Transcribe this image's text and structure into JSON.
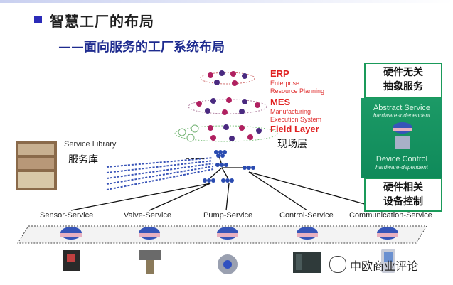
{
  "slide": {
    "title": "智慧工厂的布局",
    "subtitle": "——面向服务的工厂系统布局"
  },
  "pyramid": {
    "erp_title": "ERP",
    "erp_desc_1": "Enterprise",
    "erp_desc_2": "Resource Planning",
    "mes_title": "MES",
    "mes_desc_1": "Manufacturing",
    "mes_desc_2": "Execution System",
    "field_title": "Field Layer",
    "field_cn": "现场层"
  },
  "library": {
    "label_en": "Service Library",
    "label_cn": "服务库"
  },
  "side_panel": {
    "top_box_line1": "硬件无关",
    "top_box_line2": "抽象服务",
    "abstract_service": "Abstract Service",
    "hardware_independent": "hardware-independent",
    "device_control": "Device Control",
    "hardware_dependent": "hardware-dependent",
    "bottom_box_line1": "硬件相关",
    "bottom_box_line2": "设备控制"
  },
  "services": [
    {
      "label": "Sensor-Service"
    },
    {
      "label": "Valve-Service"
    },
    {
      "label": "Pump-Service"
    },
    {
      "label": "Control-Service"
    },
    {
      "label": "Communication-Service"
    }
  ],
  "watermark": {
    "text": "中欧商业评论"
  },
  "colors": {
    "title_blue": "#1e2b8f",
    "accent_red": "#e02020",
    "panel_green": "#1a9a5a",
    "node_blue": "#2a4bb0"
  }
}
